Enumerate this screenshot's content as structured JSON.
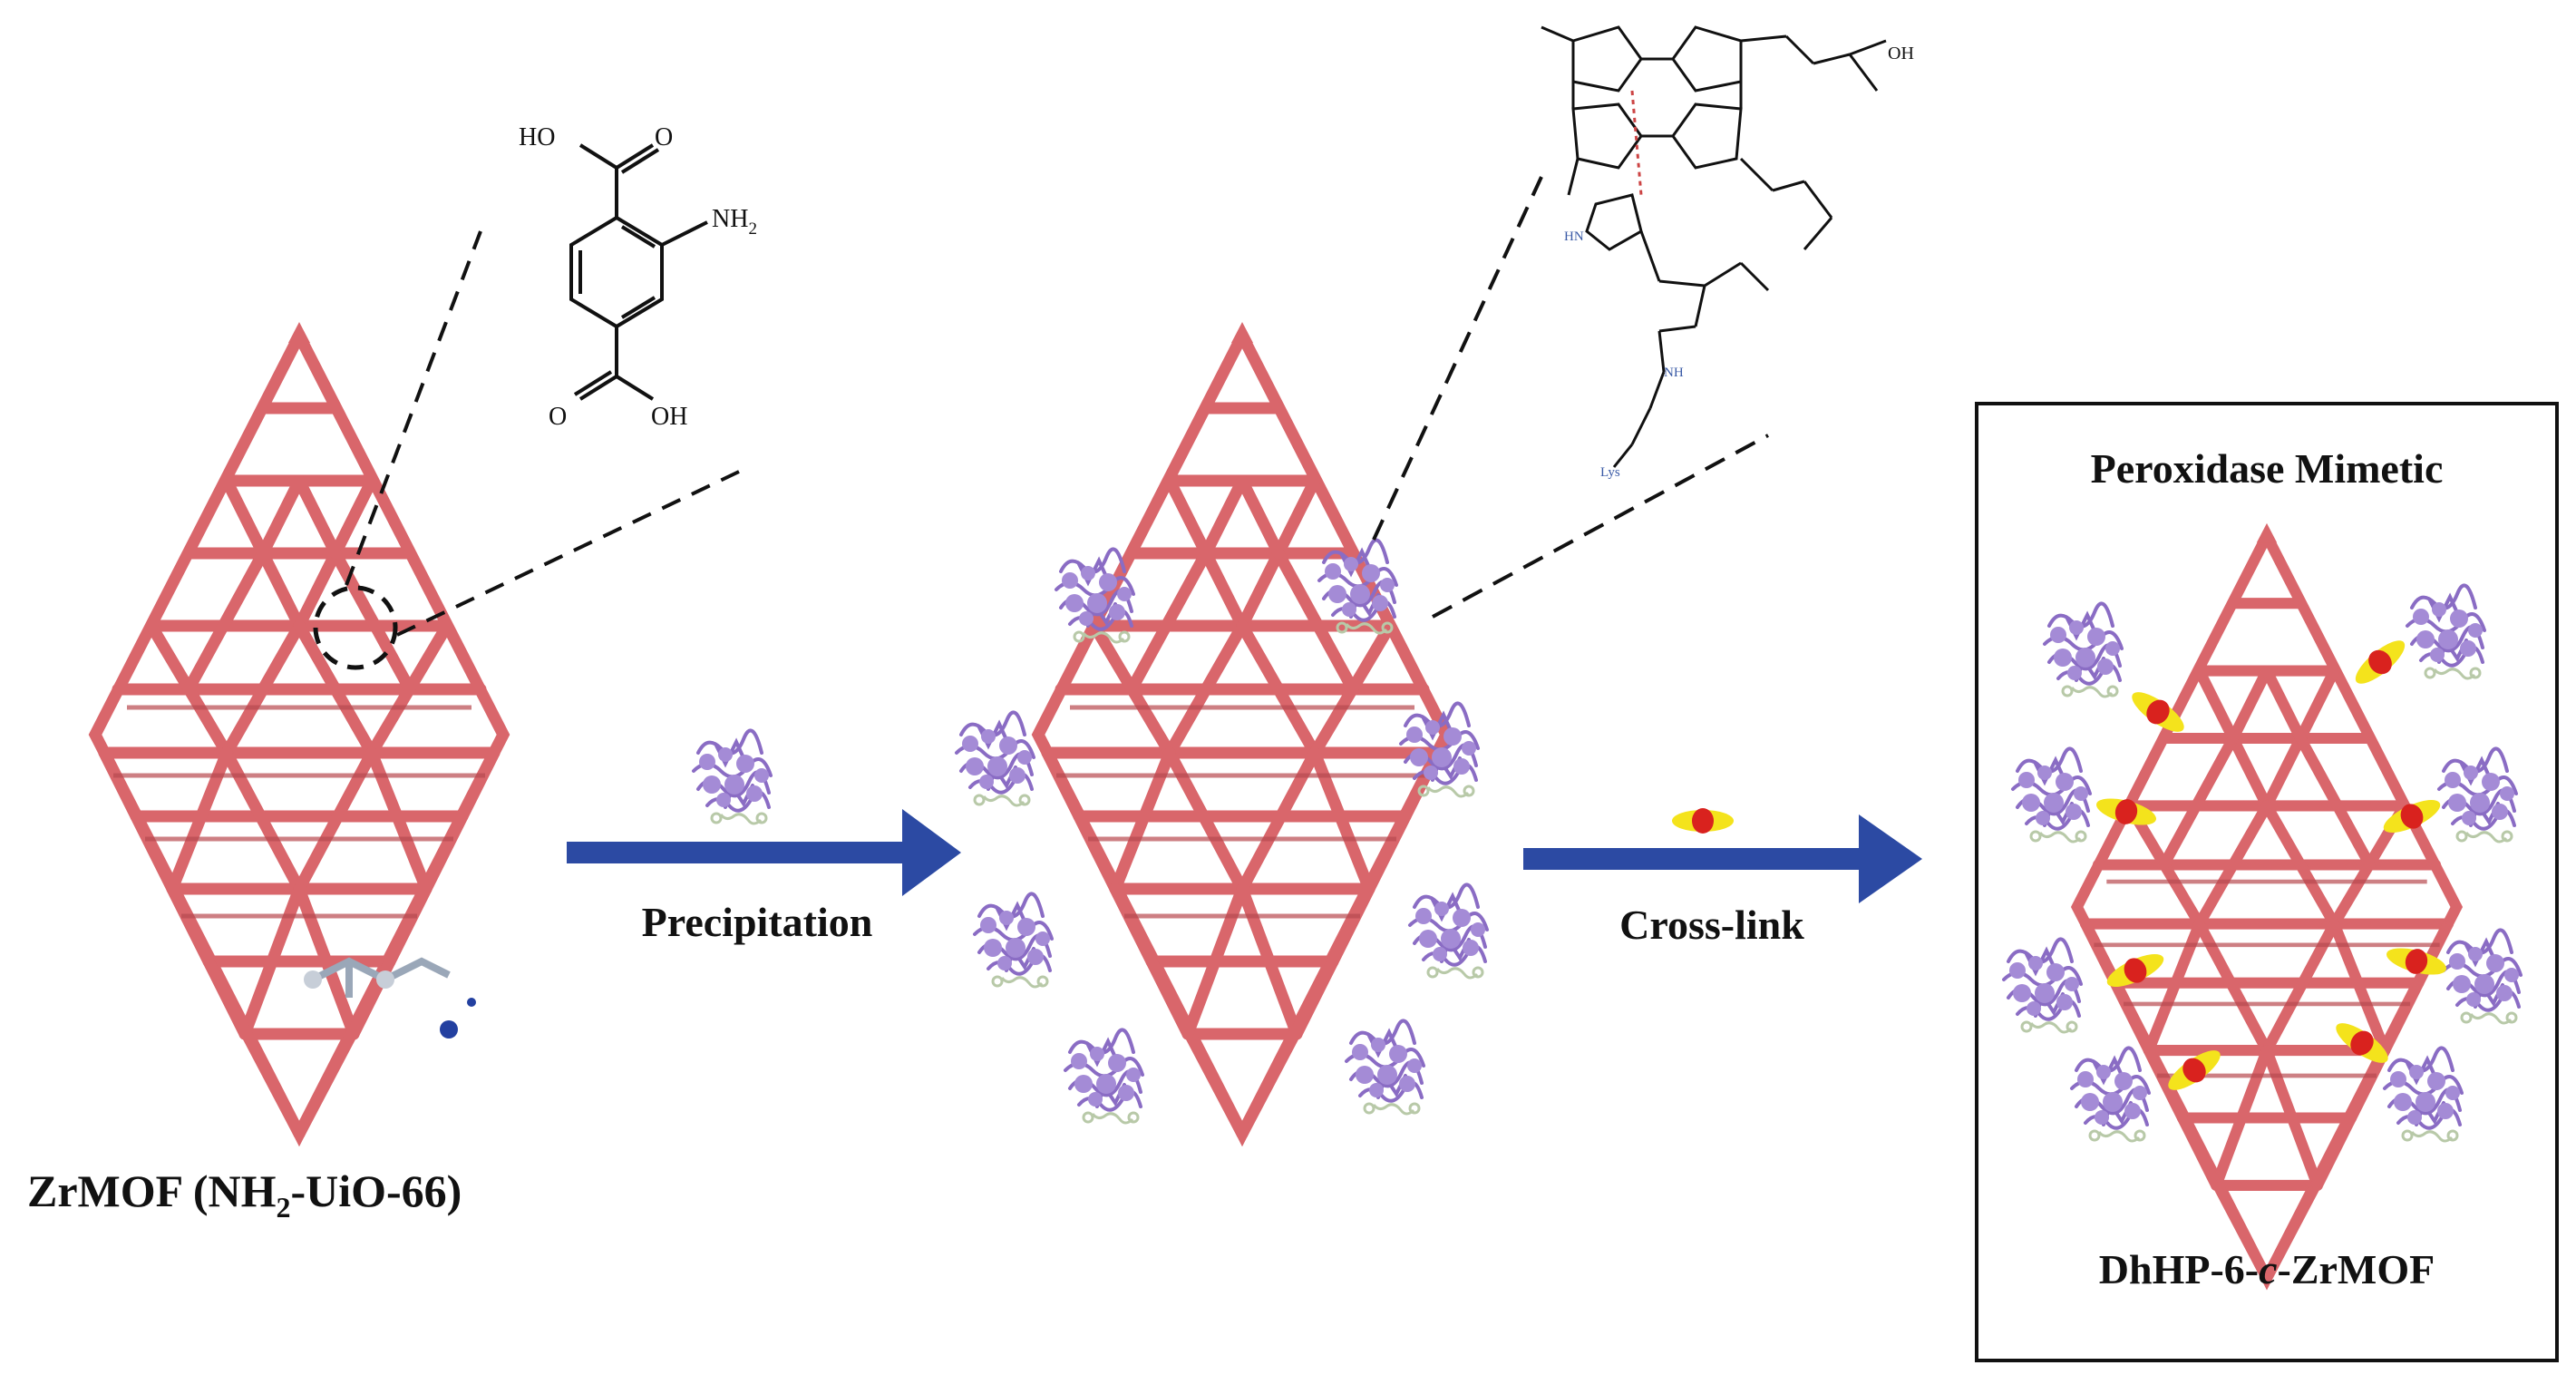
{
  "colors": {
    "mof": "#d9666b",
    "mof_dark": "#b84a50",
    "arrow": "#2c4aa3",
    "enzyme": "#8a6cc4",
    "enzyme_tail": "#b8c9a8",
    "linker_yellow": "#f4e31c",
    "linker_red": "#d9221e"
  },
  "labels": {
    "zrmof_prefix": "ZrMOF (NH",
    "zrmof_sub": "2",
    "zrmof_suffix": "-UiO-66)",
    "precipitation": "Precipitation",
    "crosslink": "Cross-link",
    "box_title": "Peroxidase Mimetic",
    "box_product_a": "DhHP-6-",
    "box_product_c": "c",
    "box_product_b": "-ZrMOF"
  },
  "linker_molecule": {
    "top_acid": "HO",
    "amine": "NH",
    "amine_sub": "2",
    "bottom_acid": "OH",
    "carbonyl_o": "O"
  },
  "heme_peptide": {
    "hn": "HN",
    "nh": "NH",
    "oh": "OH",
    "lys": "Lys"
  },
  "icons": [
    "enzyme-cluster-icon",
    "crosslinker-icon",
    "mof-octahedron-icon",
    "arrow-icon"
  ]
}
